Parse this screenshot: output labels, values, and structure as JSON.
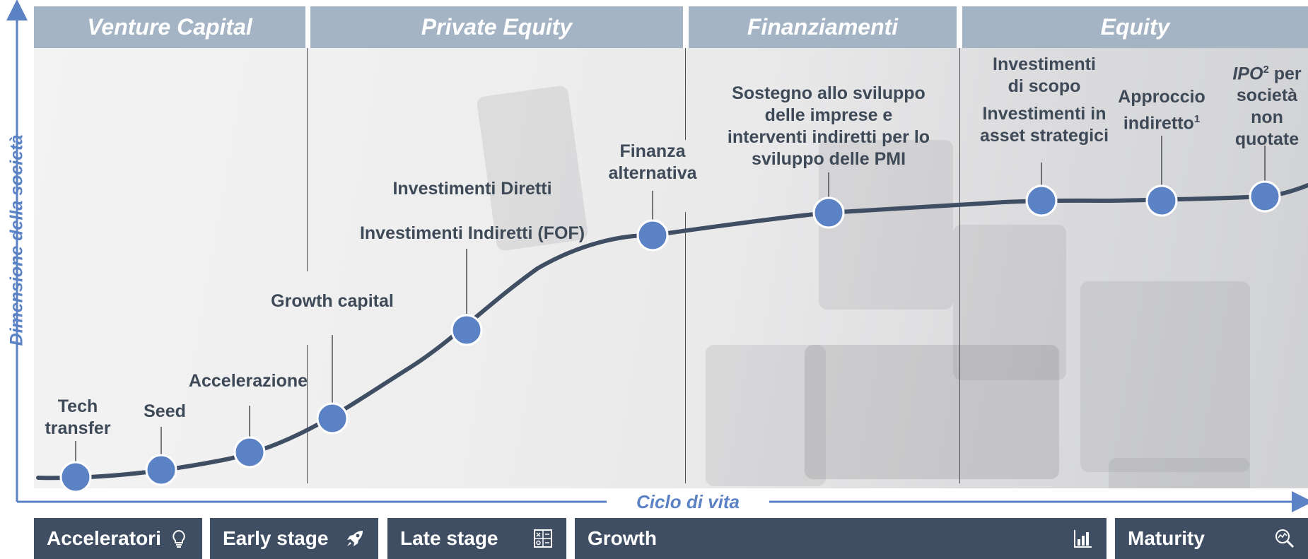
{
  "axes": {
    "y_label": "Dimensione della società",
    "x_label": "Ciclo di vita"
  },
  "phases": [
    {
      "id": "venture-capital",
      "label": "Venture Capital"
    },
    {
      "id": "private-equity",
      "label": "Private Equity"
    },
    {
      "id": "finanziamenti",
      "label": "Finanziamenti"
    },
    {
      "id": "equity",
      "label": "Equity"
    }
  ],
  "milestones": [
    {
      "id": "tech-transfer",
      "lines": [
        "Tech",
        "transfer"
      ]
    },
    {
      "id": "seed",
      "lines": [
        "Seed"
      ]
    },
    {
      "id": "accelerazione",
      "lines": [
        "Accelerazione"
      ]
    },
    {
      "id": "growth-capital",
      "lines": [
        "Growth capital"
      ]
    },
    {
      "id": "investimenti-diretti-indiretti",
      "lines": [
        "Investimenti Diretti",
        "Investimenti Indiretti (FOF)"
      ]
    },
    {
      "id": "finanza-alternativa",
      "lines": [
        "Finanza",
        "alternativa"
      ]
    },
    {
      "id": "sostegno-sviluppo",
      "lines": [
        "Sostegno allo sviluppo",
        "delle imprese e",
        "interventi indiretti per lo",
        "sviluppo delle PMI"
      ]
    },
    {
      "id": "investimenti-scopo-asset",
      "lines": [
        "Investimenti",
        "di scopo",
        "Investimenti in",
        "asset strategici"
      ]
    },
    {
      "id": "approccio-indiretto",
      "lines": [
        "Approccio",
        "indiretto"
      ],
      "sup": "1"
    },
    {
      "id": "ipo",
      "lines": [
        "IPO",
        "per",
        "società",
        "non",
        "quotate"
      ],
      "sup": "2"
    }
  ],
  "stages": [
    {
      "id": "acceleratori",
      "label": "Acceleratori",
      "icon": "lightbulb-icon"
    },
    {
      "id": "early-stage",
      "label": "Early stage",
      "icon": "rocket-icon"
    },
    {
      "id": "late-stage",
      "label": "Late stage",
      "icon": "formula-icon"
    },
    {
      "id": "growth",
      "label": "Growth",
      "icon": "bar-chart-icon"
    },
    {
      "id": "maturity",
      "label": "Maturity",
      "icon": "magnifier-chart-icon"
    }
  ],
  "colors": {
    "header_bg": "#a5b4c5",
    "stage_bg": "#3f4e63",
    "curve": "#3f4e63",
    "node_fill": "#5b82c4",
    "axis": "#5b82c4",
    "label_text": "#3f4a58"
  }
}
